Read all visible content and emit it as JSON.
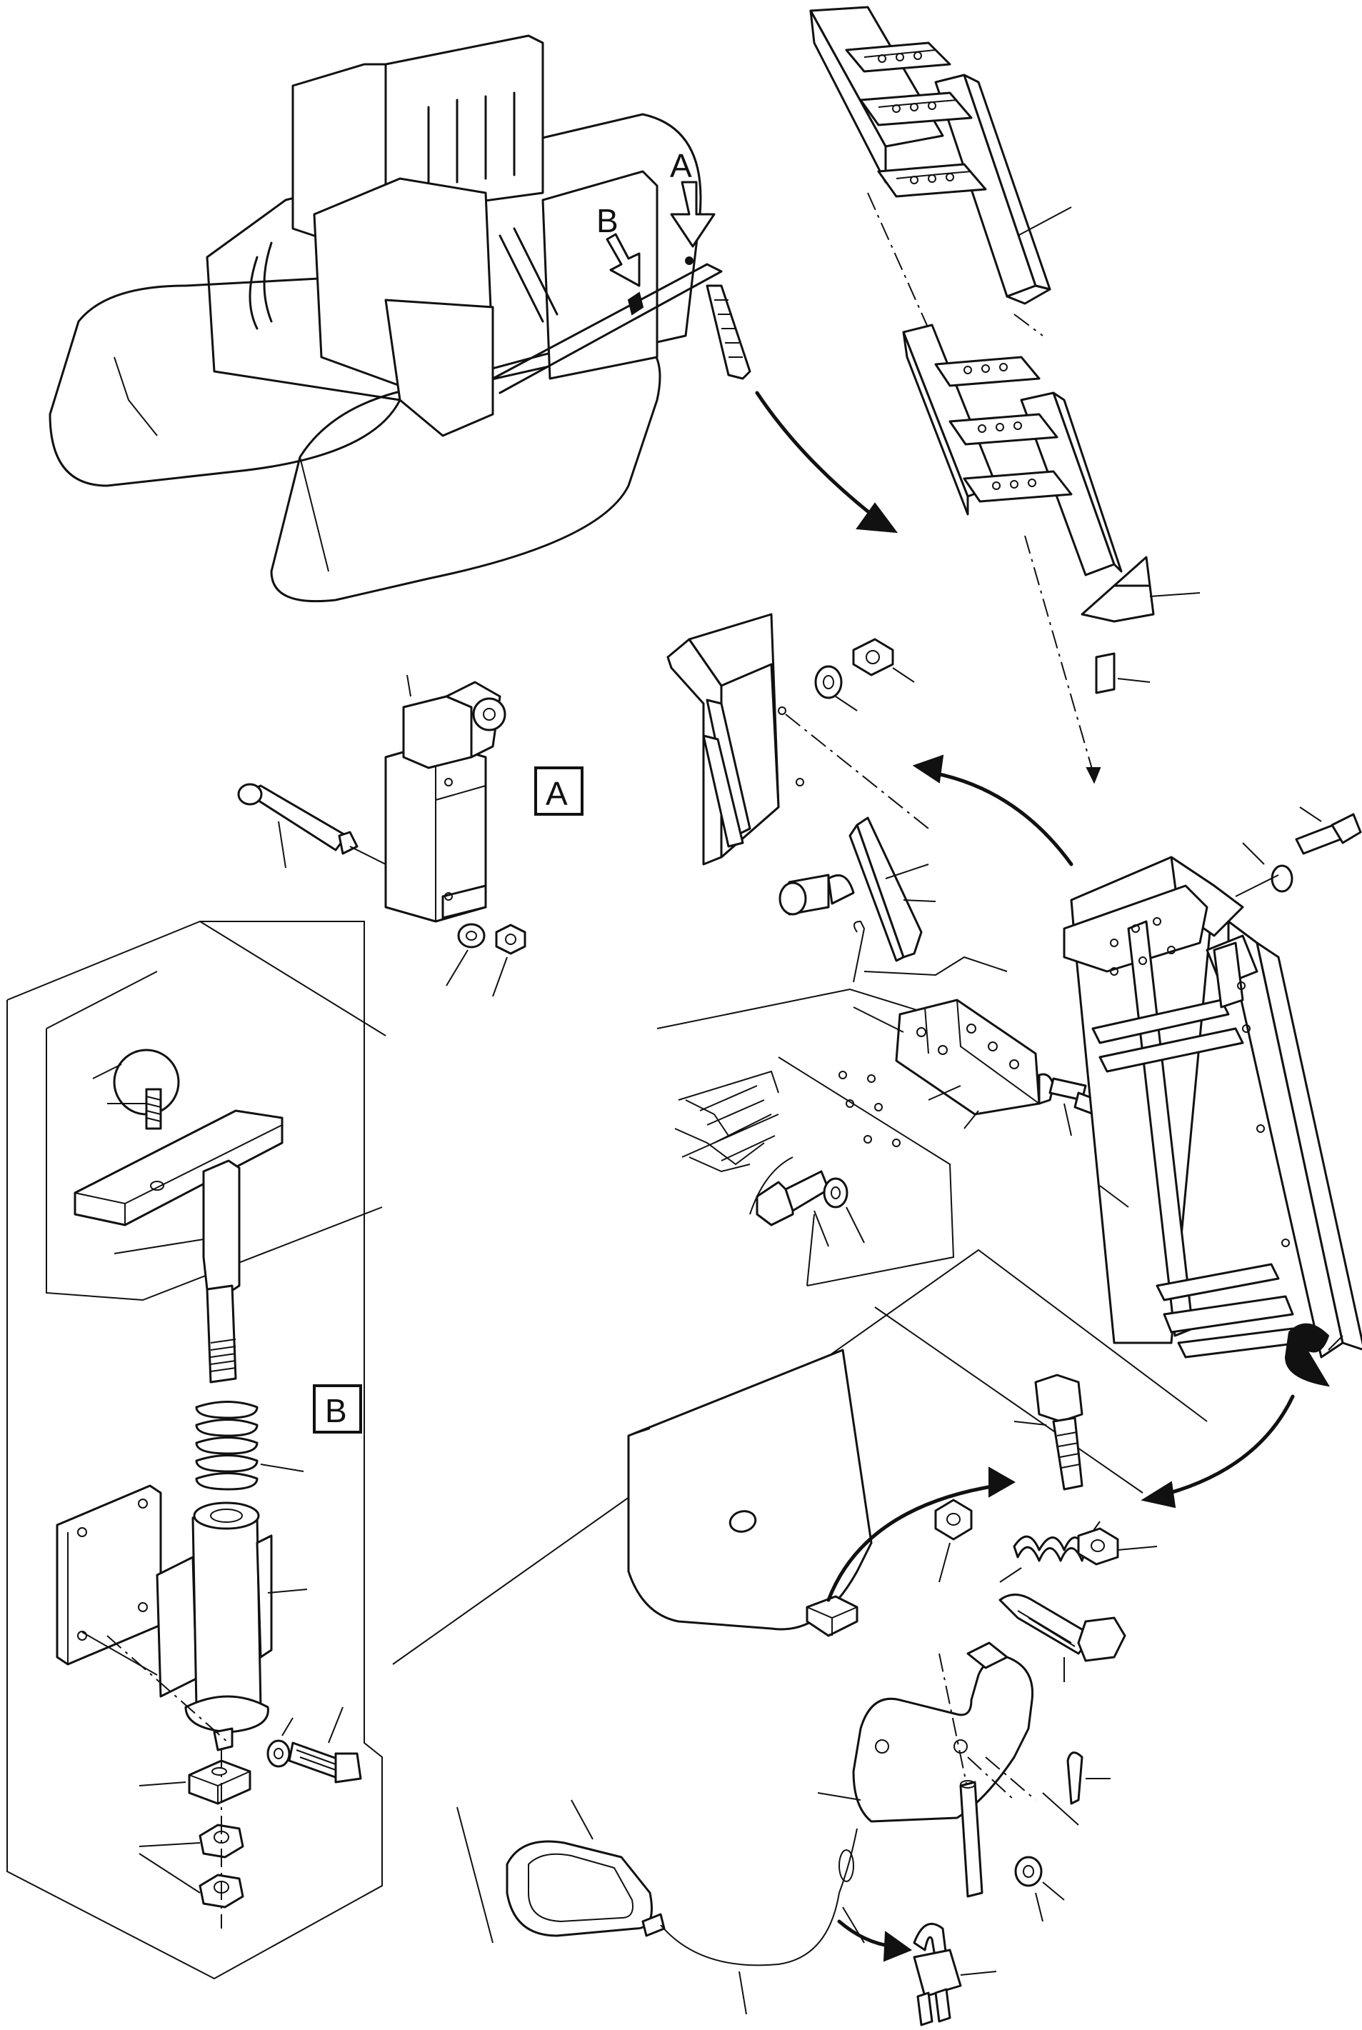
{
  "callouts": {
    "label_a": "A",
    "label_b": "B",
    "detail_a": "A",
    "detail_b": "B"
  },
  "colors": {
    "line": "#111111",
    "background": "#ffffff"
  }
}
